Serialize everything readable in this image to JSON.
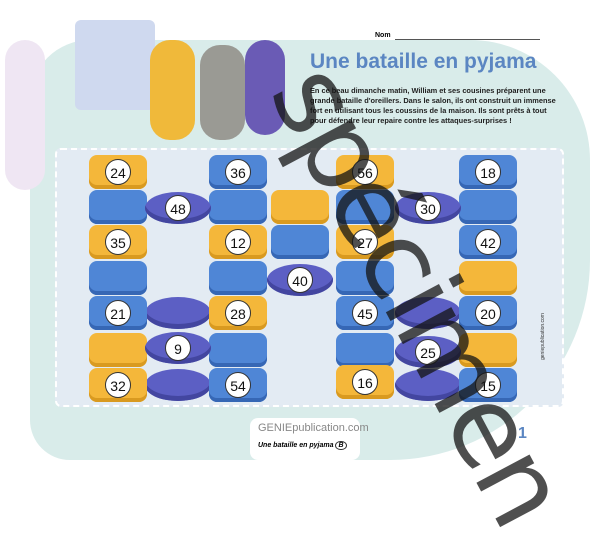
{
  "header": {
    "name_label": "Nom",
    "title": "Une bataille en pyjama",
    "story": "En ce beau dimanche matin, William et ses cousines préparent une grande bataille d'oreillers. Dans le salon, ils ont construit un immense fort en utilisant tous les coussins de la maison. Ils sont prêts à tout pour défendre leur repaire contre les attaques-surprises !"
  },
  "pillows": [
    {
      "n": "24",
      "k": "y"
    },
    {
      "n": "35",
      "k": "y"
    },
    {
      "n": "21",
      "k": "b"
    },
    {
      "n": "32",
      "k": "y"
    },
    {
      "n": "48",
      "k": "r"
    },
    {
      "n": "9",
      "k": "r"
    },
    {
      "n": "36",
      "k": "b"
    },
    {
      "n": "12",
      "k": "y"
    },
    {
      "n": "28",
      "k": "y"
    },
    {
      "n": "54",
      "k": "b"
    },
    {
      "n": "40",
      "k": "r"
    },
    {
      "n": "56",
      "k": "y"
    },
    {
      "n": "27",
      "k": "y"
    },
    {
      "n": "45",
      "k": "b"
    },
    {
      "n": "16",
      "k": "y"
    },
    {
      "n": "30",
      "k": "r"
    },
    {
      "n": "25",
      "k": "r"
    },
    {
      "n": "18",
      "k": "b"
    },
    {
      "n": "42",
      "k": "b"
    },
    {
      "n": "20",
      "k": "b"
    },
    {
      "n": "15",
      "k": "b"
    }
  ],
  "footer": {
    "logo": "GENIEpublication.com",
    "subtitle": "Une bataille en pyjama",
    "level": "B",
    "page": "1",
    "side_url": "geniepublication.com"
  },
  "watermark": "spécimen"
}
